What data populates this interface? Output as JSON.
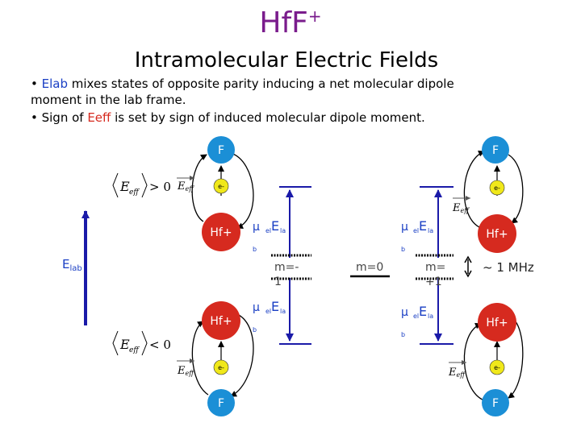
{
  "title": {
    "main": "HfF",
    "sup": "+"
  },
  "heading": "Intramolecular Electric Fields",
  "bullets": {
    "b1_marker": "•",
    "b1_elab": "Elab",
    "b1_rest_line1": " mixes states of opposite parity inducing a net molecular dipole",
    "b1_line2": "moment in the lab frame.",
    "b2_prefix": "• Sign of ",
    "b2_eeff": "Eeff",
    "b2_rest": " is set by sign of induced molecular dipole moment."
  },
  "molecule": {
    "f_label": "F",
    "hf_label": "Hf+",
    "electron_label": "e-",
    "eeff_label": "E",
    "eeff_sub": "eff"
  },
  "expectations": {
    "E": "E",
    "sub": "eff",
    "top_rel": "> 0",
    "bottom_rel": "< 0"
  },
  "elab_axis": {
    "E": "E",
    "sub": "lab"
  },
  "stark": {
    "mu": "μ",
    "mu_sub": "b",
    "el_sub": "el",
    "E": "E",
    "E_sub": "la"
  },
  "levels": {
    "m_minus_1": "m=-",
    "m_minus_1_line2": "1",
    "m_zero": "m=0",
    "m_plus_1": "m=",
    "m_plus_1_line2": "+1"
  },
  "splitting": {
    "arrow": "↕",
    "label": "~ 1 MHz"
  },
  "colors": {
    "title": "#7a1c8c",
    "fluorine": "#1b8fd6",
    "hafnium": "#d62a1f",
    "electron": "#f0e81a",
    "arrow_blue": "#1a1aa8",
    "text_blue": "#1a3fc4"
  }
}
